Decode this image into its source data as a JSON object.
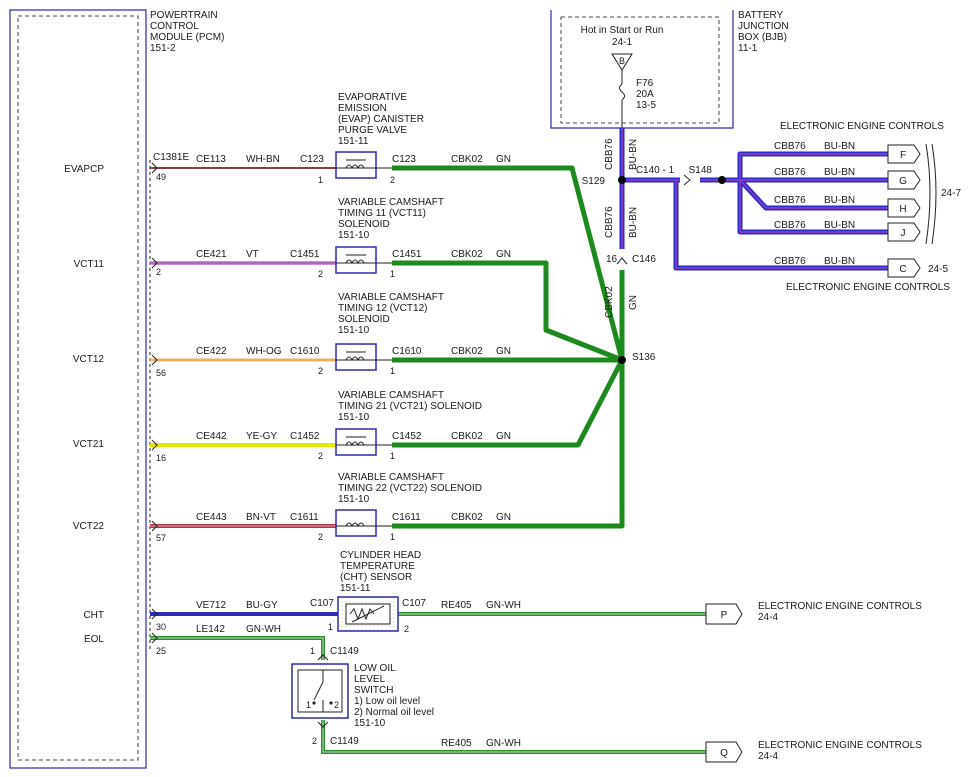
{
  "pcm": {
    "title": [
      "POWERTRAIN",
      "CONTROL",
      "MODULE (PCM)",
      "151-2"
    ],
    "connector": "C1381E",
    "pins": [
      {
        "id": "evapcp",
        "label": "EVAPCP",
        "num": "49"
      },
      {
        "id": "vct11",
        "label": "VCT11",
        "num": "2"
      },
      {
        "id": "vct12",
        "label": "VCT12",
        "num": "56"
      },
      {
        "id": "vct21",
        "label": "VCT21",
        "num": "16"
      },
      {
        "id": "vct22",
        "label": "VCT22",
        "num": "57"
      },
      {
        "id": "cht",
        "label": "CHT",
        "num": "30"
      },
      {
        "id": "eol",
        "label": "EOL",
        "num": "25"
      }
    ]
  },
  "bjb": {
    "title": [
      "BATTERY",
      "JUNCTION",
      "BOX (BJB)",
      "11-1"
    ],
    "hot_label": "Hot in Start or Run",
    "ref": "24-1",
    "terminal": "B",
    "fuse": [
      "F76",
      "20A",
      "13-5"
    ]
  },
  "circuits": [
    {
      "id": "evap",
      "circuit": "CE113",
      "color_name": "WH-BN",
      "wire_color": "#8a3b3b",
      "pcm_pin": "49"
    },
    {
      "id": "vct11",
      "circuit": "CE421",
      "color_name": "VT",
      "wire_color": "#cf8fd6",
      "pcm_pin": "2"
    },
    {
      "id": "vct12",
      "circuit": "CE422",
      "color_name": "WH-OG",
      "wire_color": "#e8b060",
      "pcm_pin": "56"
    },
    {
      "id": "vct21",
      "circuit": "CE442",
      "color_name": "YE-GY",
      "wire_color": "#e6e600",
      "pcm_pin": "16"
    },
    {
      "id": "vct22",
      "circuit": "CE443",
      "color_name": "BN-VT",
      "wire_color": "#b03a4a",
      "pcm_pin": "57"
    },
    {
      "id": "cht",
      "circuit": "VE712",
      "color_name": "BU-GY",
      "wire_color": "#2b2bbf"
    },
    {
      "id": "eol",
      "circuit": "LE142",
      "color_name": "GN-WH",
      "wire_color": "#2f8f2f"
    }
  ],
  "components": [
    {
      "id": "evap",
      "name": [
        "EVAPORATIVE",
        "EMISSION",
        "(EVAP) CANISTER",
        "PURGE VALVE",
        "151-11"
      ],
      "conn": "C123",
      "pin_in": "1",
      "pin_out": "2"
    },
    {
      "id": "vct11",
      "name": [
        "VARIABLE CAMSHAFT",
        "TIMING 11 (VCT11)",
        "SOLENOID",
        "151-10"
      ],
      "conn": "C1451",
      "pin_in": "2",
      "pin_out": "1"
    },
    {
      "id": "vct12",
      "name": [
        "VARIABLE CAMSHAFT",
        "TIMING 12 (VCT12)",
        "SOLENOID",
        "151-10"
      ],
      "conn": "C1610",
      "pin_in": "2",
      "pin_out": "1"
    },
    {
      "id": "vct21",
      "name": [
        "VARIABLE CAMSHAFT",
        "TIMING 21 (VCT21) SOLENOID",
        "151-10"
      ],
      "conn": "C1452",
      "pin_in": "2",
      "pin_out": "1"
    },
    {
      "id": "vct22",
      "name": [
        "VARIABLE CAMSHAFT",
        "TIMING 22 (VCT22) SOLENOID",
        "151-10"
      ],
      "conn": "C1611",
      "pin_in": "2",
      "pin_out": "1"
    },
    {
      "id": "cht",
      "name": [
        "CYLINDER HEAD",
        "TEMPERATURE",
        "(CHT) SENSOR",
        "151-11"
      ],
      "conn": "C107",
      "pin_in": "1",
      "pin_out": "2"
    },
    {
      "id": "eol",
      "name": [
        "LOW OIL",
        "LEVEL",
        "SWITCH",
        "1) Low oil level",
        "2) Normal oil level",
        "151-10"
      ],
      "conn": "C1149",
      "pin_in": "1",
      "pin_out": "2"
    }
  ],
  "return_wire": {
    "circuit": "CBK02",
    "color_name": "GN",
    "wire_color": "#1d8a1d",
    "splice": "S136",
    "connector": "C146",
    "connector_pin": "16"
  },
  "power_wire": {
    "circuit": "CBB76",
    "color_name": "BU-BN",
    "wire_color": "#2a2acf",
    "splice_main": "S129",
    "splice_branch": "S148",
    "connector": "C140 - 1"
  },
  "eec_group": {
    "title": "ELECTRONIC ENGINE CONTROLS",
    "ref": "24-7",
    "pins": [
      "F",
      "G",
      "H",
      "J"
    ]
  },
  "eec_c": {
    "pin": "C",
    "ref": "24-5",
    "title": "ELECTRONIC ENGINE CONTROLS"
  },
  "eec_p": {
    "pin": "P",
    "circuit": "RE405",
    "color_name": "GN-WH",
    "title": "ELECTRONIC ENGINE CONTROLS",
    "ref": "24-4"
  },
  "eec_q": {
    "pin": "Q",
    "circuit": "RE405",
    "color_name": "GN-WH",
    "title": "ELECTRONIC ENGINE CONTROLS",
    "ref": "24-4"
  },
  "colors": {
    "outline": "#2a2ab0",
    "ground_green": "#1d8a1d",
    "power_blue": "#2a2acf"
  }
}
